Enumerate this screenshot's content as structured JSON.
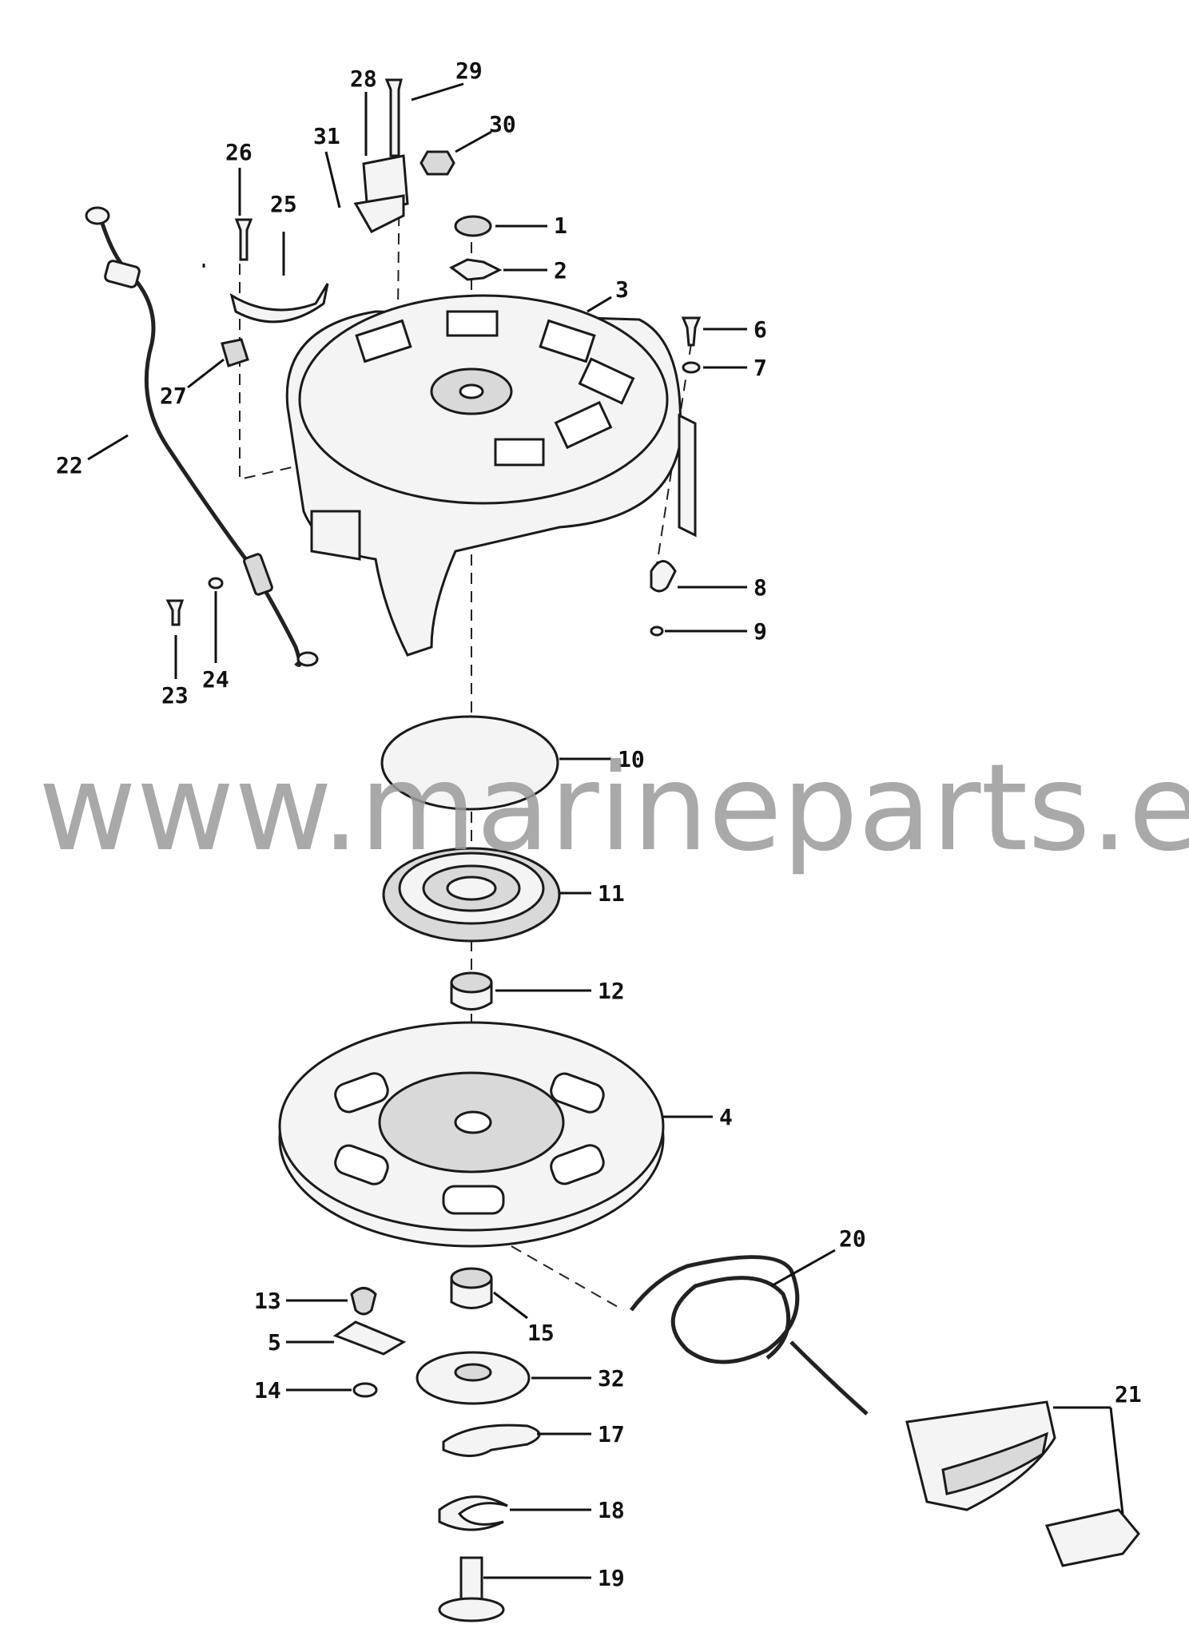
{
  "watermark": "www.marineparts.eu",
  "callouts": {
    "c1": "1",
    "c2": "2",
    "c3": "3",
    "c4": "4",
    "c5": "5",
    "c6": "6",
    "c7": "7",
    "c8": "8",
    "c9": "9",
    "c10": "10",
    "c11": "11",
    "c12": "12",
    "c13": "13",
    "c14": "14",
    "c15": "15",
    "c17": "17",
    "c18": "18",
    "c19": "19",
    "c20": "20",
    "c21": "21",
    "c22": "22",
    "c23": "23",
    "c24": "24",
    "c25": "25",
    "c26": "26",
    "c27": "27",
    "c28": "28",
    "c29": "29",
    "c30": "30",
    "c31": "31",
    "c32": "32"
  }
}
